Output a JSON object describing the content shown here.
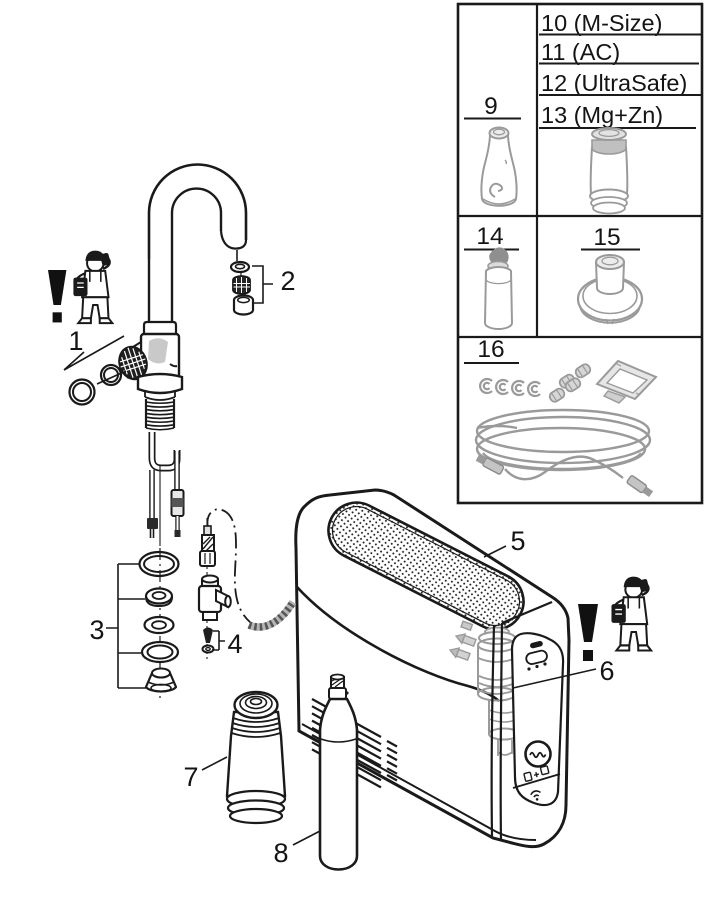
{
  "diagram": {
    "type": "exploded-parts-diagram",
    "labels": {
      "p1": "1",
      "p2": "2",
      "p3": "3",
      "p4": "4",
      "p5": "5",
      "p6": "6",
      "p7": "7",
      "p8": "8"
    },
    "table": {
      "item9_label": "9",
      "filter_variants": [
        "10 (M-Size)",
        "11 (AC)",
        "12 (UltraSafe)",
        "13 (Mg+Zn)"
      ],
      "item14_label": "14",
      "item15_label": "15",
      "item16_label": "16"
    },
    "icons": [
      "warning-exclamation-icon",
      "installer-call-icon",
      "grohe-logo-icon",
      "wifi-icon",
      "plus-icon"
    ],
    "colors": {
      "line": "#1a1a1a",
      "accessory_gray": "#9a9a9a",
      "dark_fill": "#1f1f1f"
    }
  }
}
